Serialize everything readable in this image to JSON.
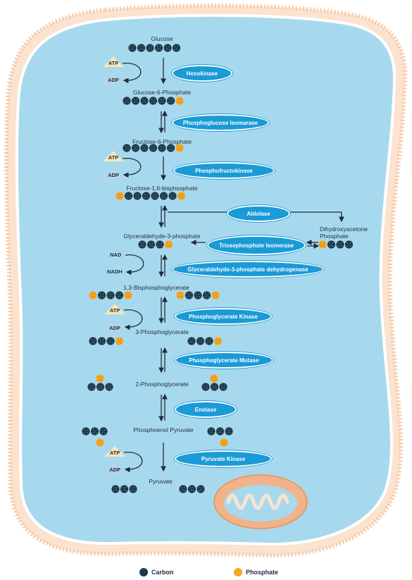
{
  "colors": {
    "cell": "#a7d9ee",
    "membrane": "#f7c9a4",
    "carbon": "#1e3848",
    "phosphate": "#f6a623",
    "enzyme": "#1a9ad6"
  },
  "metabolites": {
    "glucose": "Glucose",
    "g6p": "Glucose-6-Phosphate",
    "f6p": "Fructose-6-Phosphate",
    "f16bp": "Fructose-1,6-bisphosphate",
    "g3p": "Glyceraldehyde-3-phosphate",
    "dhap": "Dihydroxyacetone Phosphate",
    "bpg13": "1,3-Bisphosphoglycerate",
    "pg3": "3-Phosphoglycerate",
    "pg2": "2-Phosphoglycerate",
    "pep": "Phosphoenol Pyruvate",
    "pyruvate": "Pyruvate"
  },
  "enzymes": {
    "hexokinase": "Hexokinase",
    "pgi": "Phosphoglucose Isomarase",
    "pfk": "Phosphofructokinase",
    "aldolase": "Aldolase",
    "tpi": "Triosephosphate Isomerase",
    "gapdh": "Glyceraldehyde-3-phosphate dehydrogenase",
    "pgk": "Phosphoglycerate Kinase",
    "pgm": "Phosphoglycerate Mutase",
    "enolase": "Enolase",
    "pk": "Pyruvate Kinase"
  },
  "cofactors": {
    "atp": "ATP",
    "adp": "ADP",
    "nad": "NAD",
    "nadh": "NADH"
  },
  "legend": {
    "carbon": "Carbon",
    "phosphate": "Phosphate"
  }
}
